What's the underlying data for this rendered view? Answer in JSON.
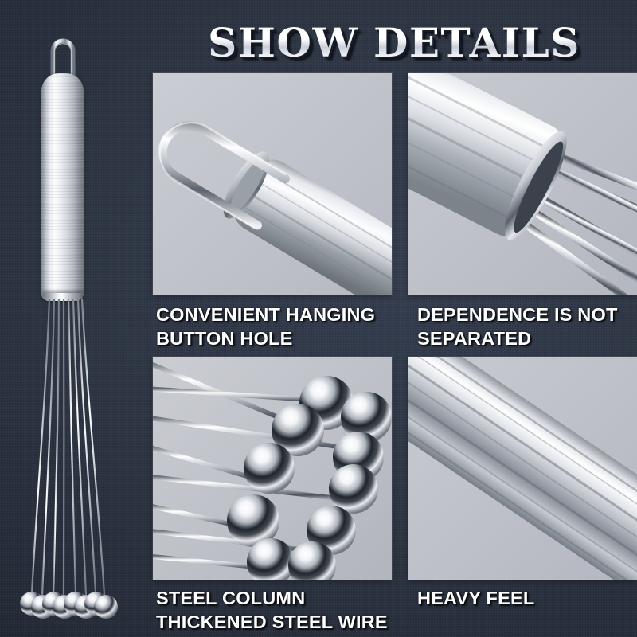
{
  "page": {
    "title": "SHOW DETAILS",
    "background_color": "#2c3442",
    "panel_background_color": "#c4c6cd",
    "caption_color": "#ffffff",
    "metal_color": "#d8dbe0"
  },
  "product": {
    "name": "stainless-steel-ball-whisk",
    "parts": {
      "hanging_loop": "wire hanging loop",
      "handle": "brushed stainless steel handle",
      "wires": "thickened steel wires",
      "balls": "steel ball ends"
    },
    "ball_count": 8,
    "wire_count": 8
  },
  "panels": [
    {
      "id": "panel-1",
      "subject": "convenient-hanging-button-hole",
      "caption": "CONVENIENT HANGING\nBUTTON HOLE"
    },
    {
      "id": "panel-2",
      "subject": "dependence-is-not-separated",
      "caption": "DEPENDENCE IS NOT\nSEPARATED"
    },
    {
      "id": "panel-3",
      "subject": "steel-column-thickened-steel-wire",
      "caption": "STEEL COLUMN\nTHICKENED STEEL WIRE"
    },
    {
      "id": "panel-4",
      "subject": "heavy-feel",
      "caption": "HEAVY FEEL"
    }
  ]
}
